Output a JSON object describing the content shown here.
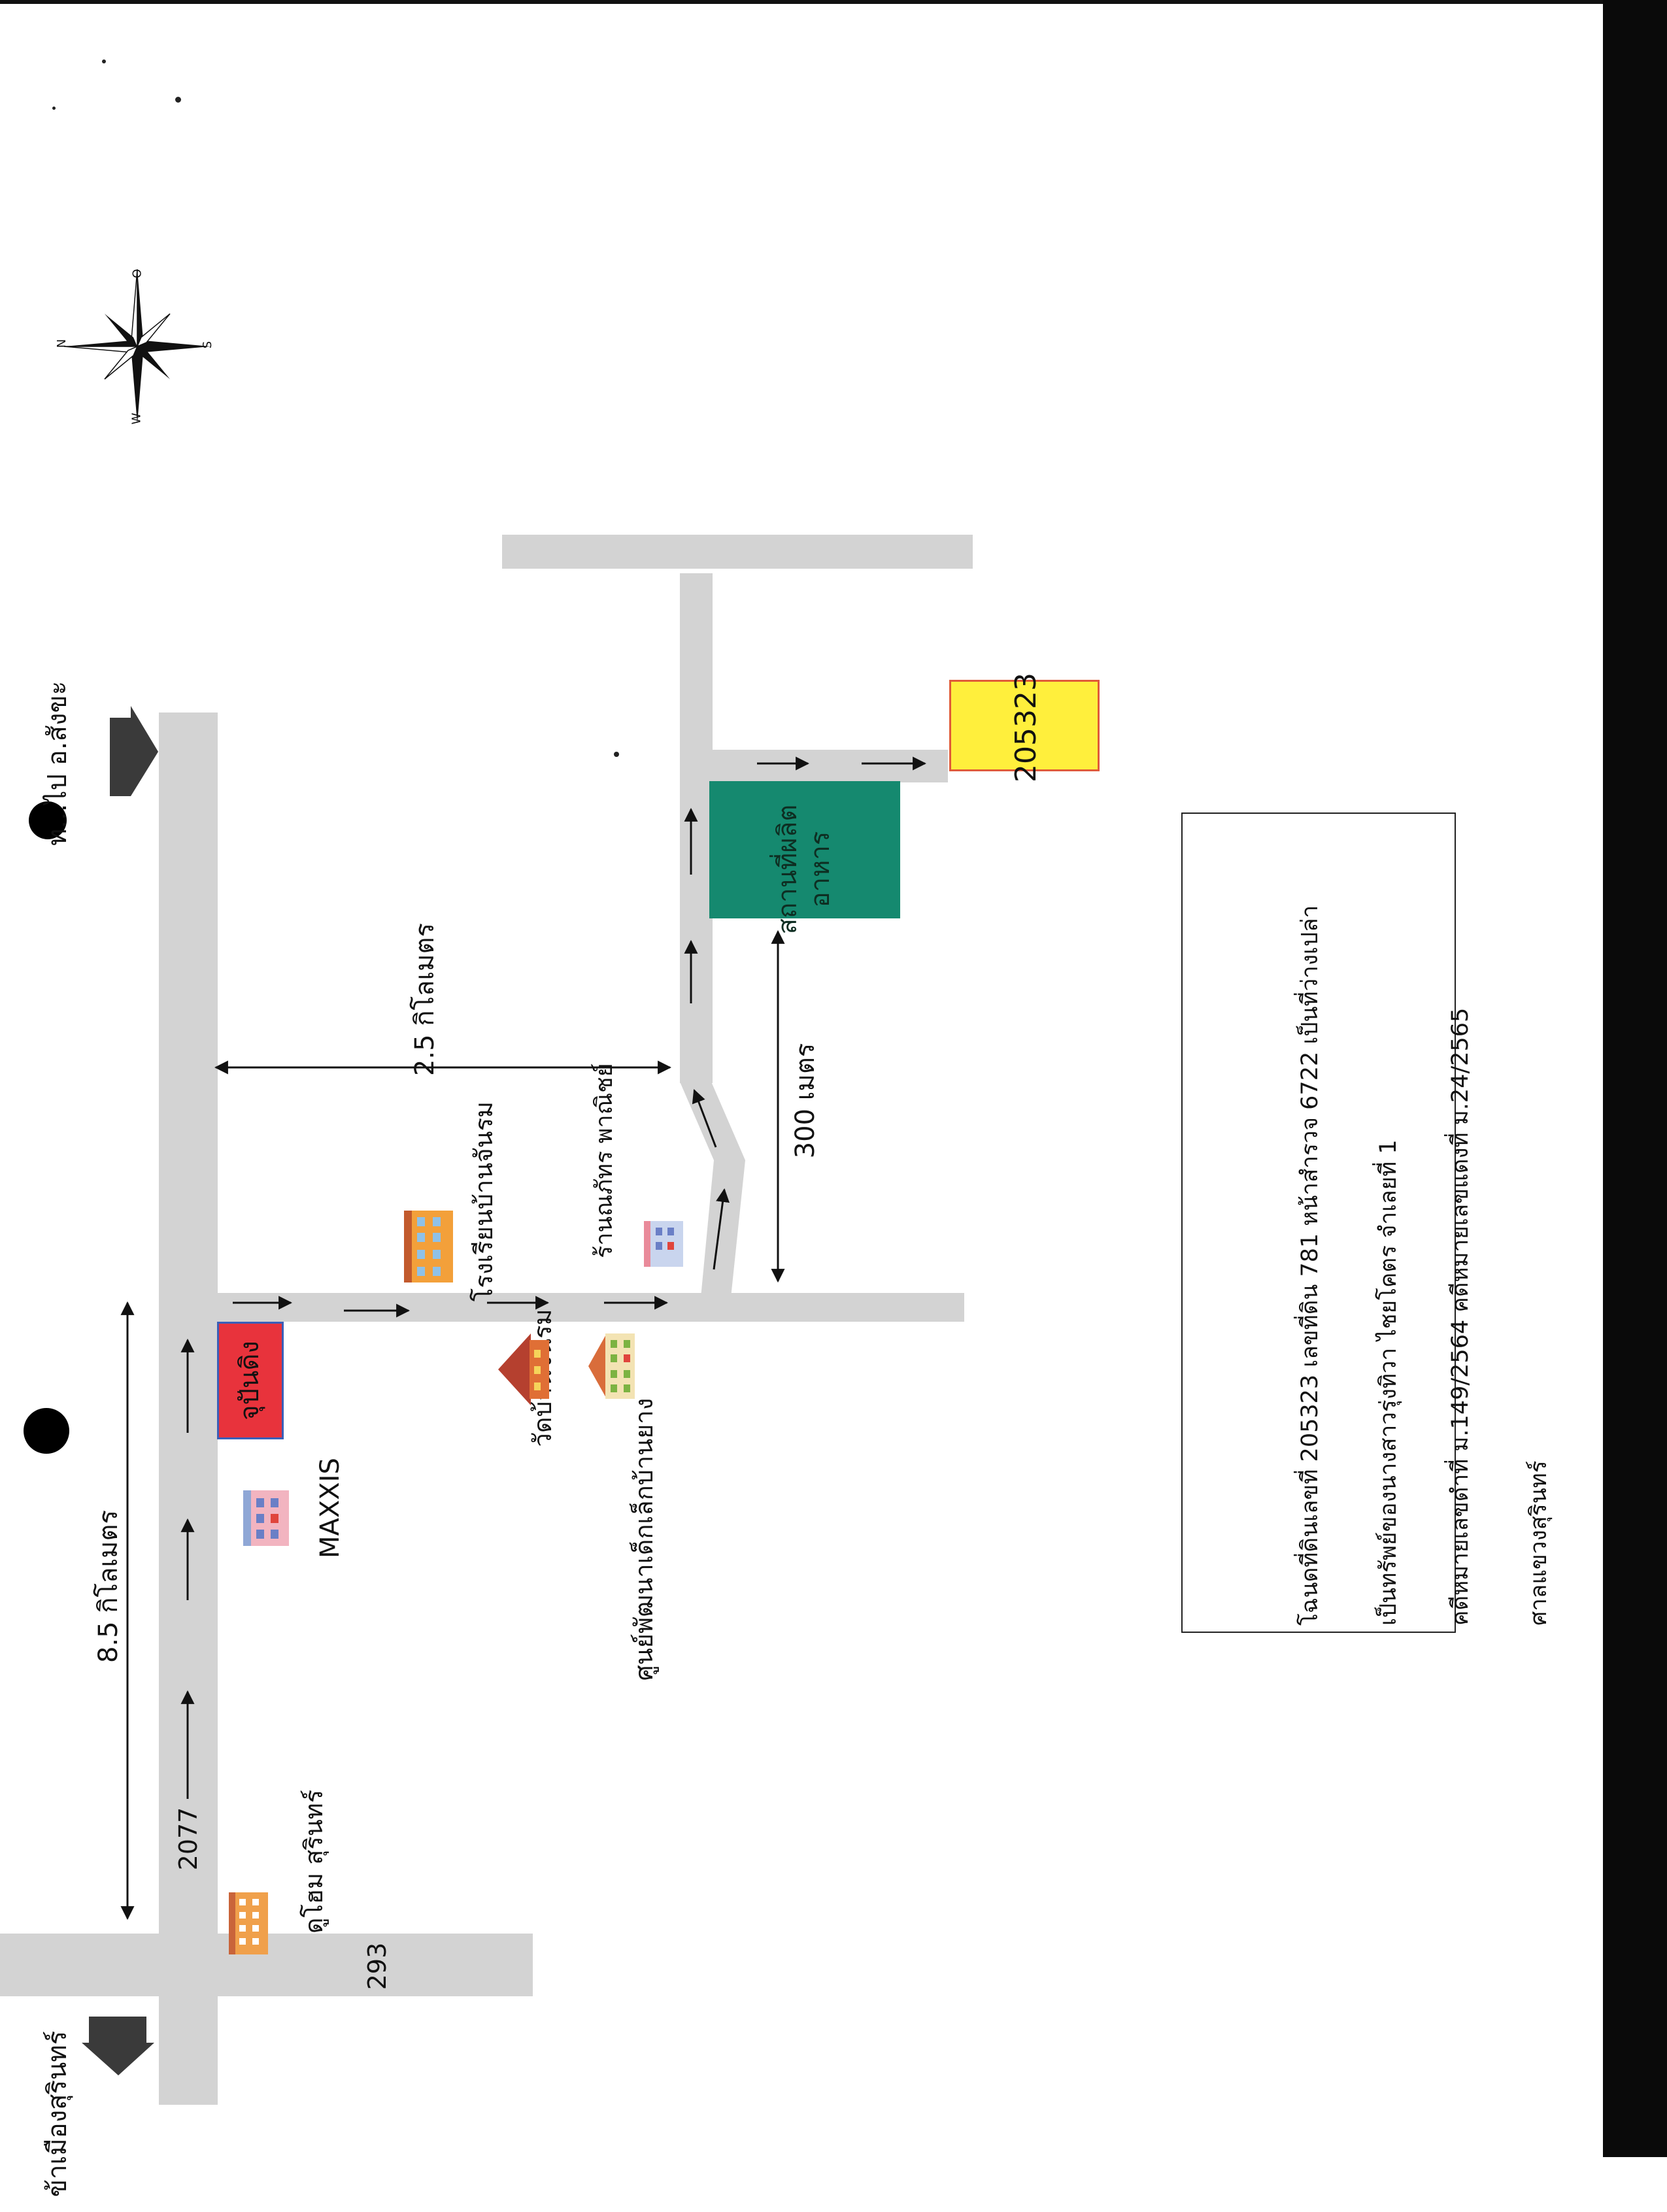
{
  "map": {
    "land_id": "205323",
    "plots": [
      {
        "id": "factory",
        "label_line1": "สถานที่ผลิต",
        "label_line2": "อาหาร",
        "color": "#15896f"
      },
      {
        "id": "land",
        "label": "205323",
        "color": "#ffef3c",
        "border": "#e05b3a"
      },
      {
        "id": "junpanding",
        "label": "จุปันดิง",
        "color": "#e8333c",
        "border": "#3a5fb8"
      }
    ],
    "roads": {
      "main_number": "2077",
      "cross_number": "293"
    },
    "distances": {
      "main": "8.5 กิโลเมตร",
      "branch": "2.5 กิโลเมตร",
      "lane": "300 เมตร"
    },
    "directions": {
      "to_surin": "ข้าเมืองสุรินทร์",
      "to_sangkha": "ท...ไป อ.สังขะ"
    },
    "landmarks": {
      "doohome": "ดูโฮม สุรินทร์",
      "maxxis": "MAXXIS",
      "school": "โรงเรียนบ้านจันรม",
      "temple": "วัดบ้านจันรม",
      "childcare": "ศูนย์พัฒนาเด็กเล็กบ้านยาง",
      "shop": "ร้านณภัทร พาณิชย์"
    },
    "compass": {
      "n": "N",
      "s": "S",
      "w": "W",
      "o": "O"
    }
  },
  "info_box": {
    "line1": "โฉนดที่ดินเลขที่ 205323  เลขที่ดิน 781 หน้าสำรวจ 6722 เป็นที่ว่างเปล่า",
    "line2": "เป็นทรัพย์ของนางสาวรุ่งทิวา ไชยโคตร จำเลยที่ 1",
    "line3": "คดีหมายเลขดำที่ ม.149/2564  คดีหมายเลขแดงที่ ม.24/2565",
    "line4": "ศาลแขวงสุรินทร์"
  }
}
